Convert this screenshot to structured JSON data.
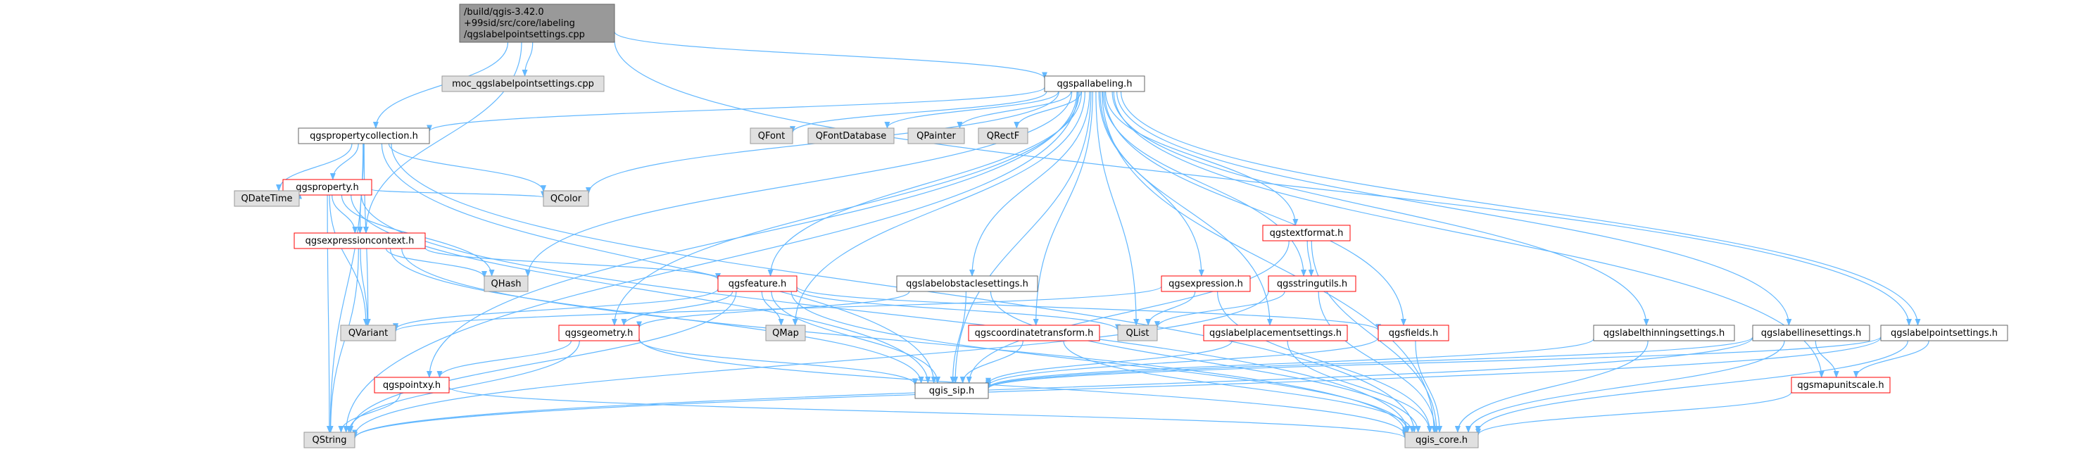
{
  "colors": {
    "edge": "#63b8ff",
    "border_gray": "#999999",
    "border_red": "#ff0000",
    "border_black": "#666666",
    "fill_root": "#999999",
    "fill_gray": "#e0e0e0",
    "fill_white": "#ffffff"
  },
  "nodes": [
    {
      "id": "root",
      "lines": [
        "/build/qgis-3.42.0",
        "+99sid/src/core/labeling",
        "/qgslabelpointsettings.cpp"
      ],
      "style": "root"
    },
    {
      "id": "moc",
      "lines": [
        "moc_qgslabelpointsettings.cpp"
      ],
      "style": "gray"
    },
    {
      "id": "pallabeling",
      "lines": [
        "qgspallabeling.h"
      ],
      "style": "white"
    },
    {
      "id": "propcoll",
      "lines": [
        "qgspropertycollection.h"
      ],
      "style": "white"
    },
    {
      "id": "property",
      "lines": [
        "qgsproperty.h"
      ],
      "style": "red"
    },
    {
      "id": "exprctx",
      "lines": [
        "qgsexpressioncontext.h"
      ],
      "style": "red"
    },
    {
      "id": "qfont",
      "lines": [
        "QFont"
      ],
      "style": "gray"
    },
    {
      "id": "qfontdb",
      "lines": [
        "QFontDatabase"
      ],
      "style": "gray"
    },
    {
      "id": "qpainter",
      "lines": [
        "QPainter"
      ],
      "style": "gray"
    },
    {
      "id": "qrectf",
      "lines": [
        "QRectF"
      ],
      "style": "gray"
    },
    {
      "id": "qcolor",
      "lines": [
        "QColor"
      ],
      "style": "gray"
    },
    {
      "id": "qdatetime",
      "lines": [
        "QDateTime"
      ],
      "style": "gray"
    },
    {
      "id": "qhash",
      "lines": [
        "QHash"
      ],
      "style": "gray"
    },
    {
      "id": "feature",
      "lines": [
        "qgsfeature.h"
      ],
      "style": "red"
    },
    {
      "id": "obstacle",
      "lines": [
        "qgslabelobstaclesettings.h"
      ],
      "style": "white"
    },
    {
      "id": "expression",
      "lines": [
        "qgsexpression.h"
      ],
      "style": "red"
    },
    {
      "id": "textformat",
      "lines": [
        "qgstextformat.h"
      ],
      "style": "red"
    },
    {
      "id": "stringutils",
      "lines": [
        "qgsstringutils.h"
      ],
      "style": "red"
    },
    {
      "id": "qvariant",
      "lines": [
        "QVariant"
      ],
      "style": "gray"
    },
    {
      "id": "qmap",
      "lines": [
        "QMap"
      ],
      "style": "gray"
    },
    {
      "id": "geometry",
      "lines": [
        "qgsgeometry.h"
      ],
      "style": "red"
    },
    {
      "id": "qlist",
      "lines": [
        "QList"
      ],
      "style": "gray"
    },
    {
      "id": "coordtrans",
      "lines": [
        "qgscoordinatetransform.h"
      ],
      "style": "red"
    },
    {
      "id": "placement",
      "lines": [
        "qgslabelplacementsettings.h"
      ],
      "style": "red"
    },
    {
      "id": "fields",
      "lines": [
        "qgsfields.h"
      ],
      "style": "red"
    },
    {
      "id": "thinning",
      "lines": [
        "qgslabelthinningsettings.h"
      ],
      "style": "white"
    },
    {
      "id": "linesettings",
      "lines": [
        "qgslabellinesettings.h"
      ],
      "style": "white"
    },
    {
      "id": "pointsettings",
      "lines": [
        "qgslabelpointsettings.h"
      ],
      "style": "white"
    },
    {
      "id": "pointxy",
      "lines": [
        "qgspointxy.h"
      ],
      "style": "red"
    },
    {
      "id": "sip",
      "lines": [
        "qgis_sip.h"
      ],
      "style": "white"
    },
    {
      "id": "mapunitscale",
      "lines": [
        "qgsmapunitscale.h"
      ],
      "style": "red"
    },
    {
      "id": "qstring",
      "lines": [
        "QString"
      ],
      "style": "gray"
    },
    {
      "id": "core",
      "lines": [
        "qgis_core.h"
      ],
      "style": "gray"
    }
  ],
  "edges": [
    [
      "root",
      "moc"
    ],
    [
      "root",
      "pallabeling"
    ],
    [
      "root",
      "propcoll"
    ],
    [
      "root",
      "exprctx"
    ],
    [
      "root",
      "pointsettings"
    ],
    [
      "pallabeling",
      "propcoll"
    ],
    [
      "pallabeling",
      "qfont"
    ],
    [
      "pallabeling",
      "qfontdb"
    ],
    [
      "pallabeling",
      "qpainter"
    ],
    [
      "pallabeling",
      "qrectf"
    ],
    [
      "pallabeling",
      "qcolor"
    ],
    [
      "pallabeling",
      "qhash"
    ],
    [
      "pallabeling",
      "feature"
    ],
    [
      "pallabeling",
      "obstacle"
    ],
    [
      "pallabeling",
      "expression"
    ],
    [
      "pallabeling",
      "textformat"
    ],
    [
      "pallabeling",
      "stringutils"
    ],
    [
      "pallabeling",
      "qmap"
    ],
    [
      "pallabeling",
      "geometry"
    ],
    [
      "pallabeling",
      "qlist"
    ],
    [
      "pallabeling",
      "coordtrans"
    ],
    [
      "pallabeling",
      "placement"
    ],
    [
      "pallabeling",
      "fields"
    ],
    [
      "pallabeling",
      "thinning"
    ],
    [
      "pallabeling",
      "linesettings"
    ],
    [
      "pallabeling",
      "pointsettings"
    ],
    [
      "pallabeling",
      "mapunitscale"
    ],
    [
      "pallabeling",
      "sip"
    ],
    [
      "pallabeling",
      "core"
    ],
    [
      "pallabeling",
      "qstring"
    ],
    [
      "pallabeling",
      "pointxy"
    ],
    [
      "propcoll",
      "property"
    ],
    [
      "propcoll",
      "exprctx"
    ],
    [
      "propcoll",
      "qcolor"
    ],
    [
      "propcoll",
      "qdatetime"
    ],
    [
      "propcoll",
      "qvariant"
    ],
    [
      "propcoll",
      "sip"
    ],
    [
      "propcoll",
      "core"
    ],
    [
      "propcoll",
      "qstring"
    ],
    [
      "property",
      "qcolor"
    ],
    [
      "property",
      "qdatetime"
    ],
    [
      "property",
      "exprctx"
    ],
    [
      "property",
      "qhash"
    ],
    [
      "property",
      "qvariant"
    ],
    [
      "property",
      "qstring"
    ],
    [
      "property",
      "sip"
    ],
    [
      "property",
      "core"
    ],
    [
      "exprctx",
      "qhash"
    ],
    [
      "exprctx",
      "feature"
    ],
    [
      "exprctx",
      "qvariant"
    ],
    [
      "exprctx",
      "qstring"
    ],
    [
      "exprctx",
      "sip"
    ],
    [
      "exprctx",
      "core"
    ],
    [
      "feature",
      "qvariant"
    ],
    [
      "feature",
      "qmap"
    ],
    [
      "feature",
      "geometry"
    ],
    [
      "feature",
      "qlist"
    ],
    [
      "feature",
      "fields"
    ],
    [
      "feature",
      "sip"
    ],
    [
      "feature",
      "core"
    ],
    [
      "feature",
      "qstring"
    ],
    [
      "obstacle",
      "geometry"
    ],
    [
      "obstacle",
      "sip"
    ],
    [
      "obstacle",
      "core"
    ],
    [
      "expression",
      "qlist"
    ],
    [
      "expression",
      "qvariant"
    ],
    [
      "expression",
      "core"
    ],
    [
      "textformat",
      "stringutils"
    ],
    [
      "textformat",
      "sip"
    ],
    [
      "textformat",
      "core"
    ],
    [
      "stringutils",
      "qlist"
    ],
    [
      "stringutils",
      "qstring"
    ],
    [
      "stringutils",
      "core"
    ],
    [
      "geometry",
      "pointxy"
    ],
    [
      "geometry",
      "sip"
    ],
    [
      "geometry",
      "core"
    ],
    [
      "geometry",
      "qstring"
    ],
    [
      "coordtrans",
      "sip"
    ],
    [
      "coordtrans",
      "core"
    ],
    [
      "placement",
      "sip"
    ],
    [
      "placement",
      "core"
    ],
    [
      "fields",
      "sip"
    ],
    [
      "fields",
      "core"
    ],
    [
      "thinning",
      "sip"
    ],
    [
      "thinning",
      "core"
    ],
    [
      "linesettings",
      "sip"
    ],
    [
      "linesettings",
      "core"
    ],
    [
      "linesettings",
      "mapunitscale"
    ],
    [
      "linesettings",
      "qstring"
    ],
    [
      "pointsettings",
      "sip"
    ],
    [
      "pointsettings",
      "core"
    ],
    [
      "pointsettings",
      "mapunitscale"
    ],
    [
      "pointsettings",
      "qstring"
    ],
    [
      "pointxy",
      "qstring"
    ],
    [
      "pointxy",
      "core"
    ],
    [
      "mapunitscale",
      "core"
    ]
  ]
}
